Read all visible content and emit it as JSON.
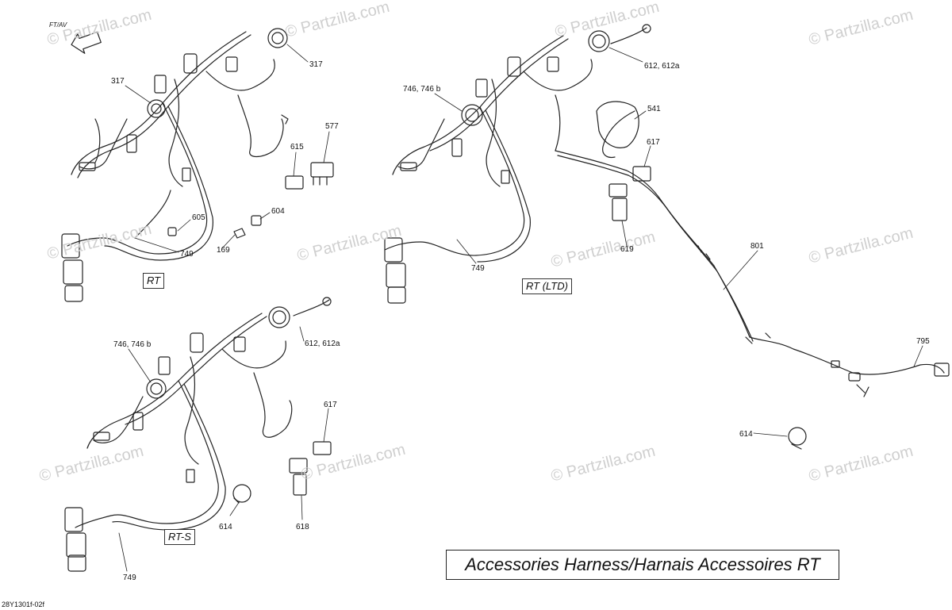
{
  "title": "Accessories Harness/Harnais Accessoires RT",
  "reference_code": "28Y1301f-02f",
  "direction_label": "FT/AV",
  "watermark": "© Partzilla.com",
  "variants": {
    "rt": "RT",
    "rt_ltd": "RT (LTD)",
    "rt_s": "RT-S"
  },
  "callouts": {
    "rt": [
      "317",
      "317",
      "615",
      "577",
      "605",
      "604",
      "169",
      "749"
    ],
    "rt_ltd": [
      "612, 612a",
      "746, 746 b",
      "541",
      "617",
      "619",
      "749",
      "801",
      "795",
      "614"
    ],
    "rt_s": [
      "746, 746 b",
      "612, 612a",
      "617",
      "614",
      "618",
      "749"
    ]
  },
  "colors": {
    "line": "#222222",
    "watermark": "#cfcfcf",
    "background": "#ffffff"
  }
}
